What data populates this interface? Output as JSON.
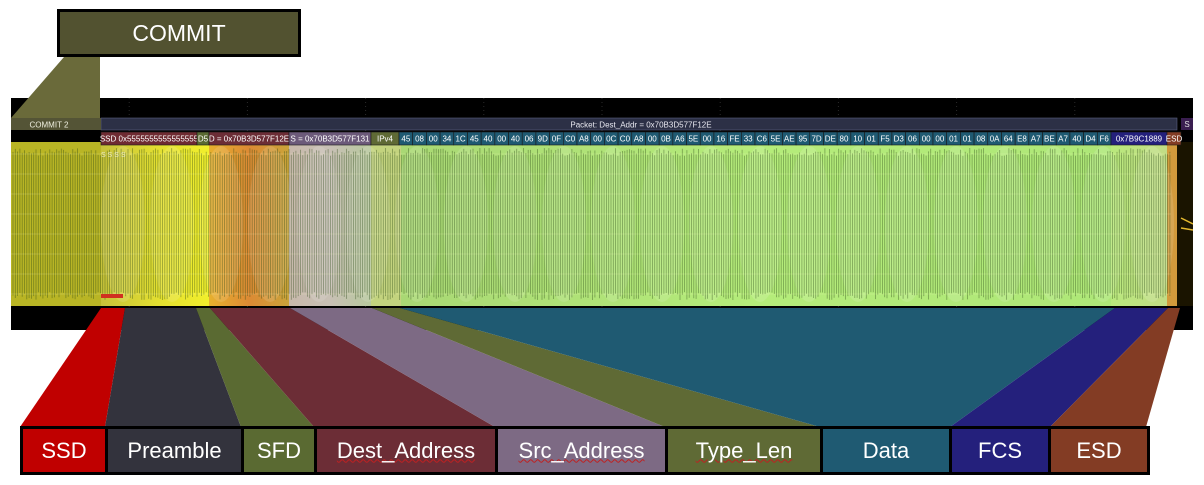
{
  "commit_label": "COMMIT",
  "scope": {
    "commit_bar_label": "COMMIT 2",
    "packet_label": "Packet: Dest_Addr = 0x70B3D577F12E",
    "right_edge_label": "S",
    "ssd_sub_label": "S S S S",
    "decode_fields": {
      "ssd": "SSD 0x5555555555555555",
      "sfd": "D5",
      "dest": "D = 0x70B3D577F12E",
      "src": "S = 0x70B3D577F131",
      "type": "IPv4",
      "fcs": "0x7B9C1889",
      "esd": "ESD"
    },
    "data_bytes": [
      "45",
      "08",
      "00",
      "34",
      "1C",
      "45",
      "40",
      "00",
      "40",
      "06",
      "9D",
      "0F",
      "C0",
      "A8",
      "00",
      "0C",
      "C0",
      "A8",
      "00",
      "0B",
      "A6",
      "5E",
      "00",
      "16",
      "FE",
      "33",
      "C6",
      "5E",
      "AE",
      "95",
      "7D",
      "DE",
      "80",
      "10",
      "01",
      "F5",
      "D3",
      "06",
      "00",
      "00",
      "01",
      "01",
      "08",
      "0A",
      "64",
      "E8",
      "A7",
      "BE",
      "A7",
      "40",
      "D4",
      "F6"
    ]
  },
  "legend": [
    {
      "key": "ssd",
      "label": "SSD",
      "color": "#c00000"
    },
    {
      "key": "preamble",
      "label": "Preamble",
      "color": "#33333d"
    },
    {
      "key": "sfd",
      "label": "SFD",
      "color": "#5a6a32"
    },
    {
      "key": "dest",
      "label": "Dest_Address",
      "color": "#6c2d36"
    },
    {
      "key": "src",
      "label": "Src_Address",
      "color": "#7d6a84"
    },
    {
      "key": "type",
      "label": "Type_Len",
      "color": "#5f6a35"
    },
    {
      "key": "data",
      "label": "Data",
      "color": "#1f5a72"
    },
    {
      "key": "fcs",
      "label": "FCS",
      "color": "#24207c"
    },
    {
      "key": "esd",
      "label": "ESD",
      "color": "#833c24"
    }
  ]
}
